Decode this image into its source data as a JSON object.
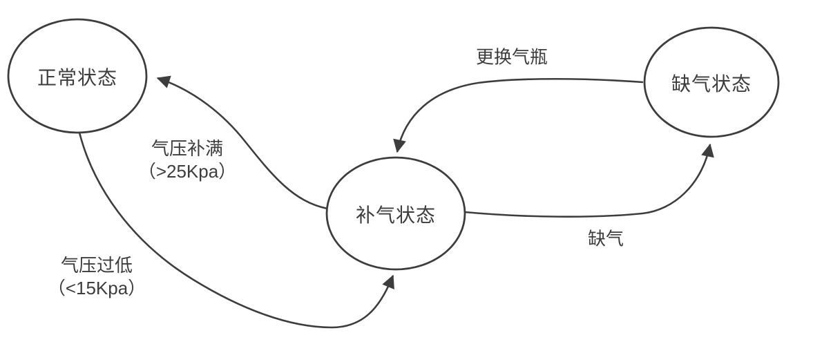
{
  "diagram": {
    "title": "gas-pressure-state-machine",
    "colors": {
      "background": "#ffffff",
      "stroke": "#3d3d3d",
      "text": "#3d3d3d"
    },
    "nodes": [
      {
        "id": "normal",
        "label": "正常状态"
      },
      {
        "id": "refill",
        "label": "补气状态"
      },
      {
        "id": "empty",
        "label": "缺气状态"
      }
    ],
    "edges": [
      {
        "id": "pressure-refilled",
        "from": "refill",
        "to": "normal",
        "label_line1": "气压补满",
        "label_line2": "（>25Kpa）"
      },
      {
        "id": "pressure-too-low",
        "from": "normal",
        "to": "refill",
        "label_line1": "气压过低",
        "label_line2": "（<15Kpa）"
      },
      {
        "id": "replace-cylinder",
        "from": "empty",
        "to": "refill",
        "label": "更换气瓶"
      },
      {
        "id": "out-of-gas",
        "from": "refill",
        "to": "empty",
        "label": "缺气"
      }
    ]
  }
}
